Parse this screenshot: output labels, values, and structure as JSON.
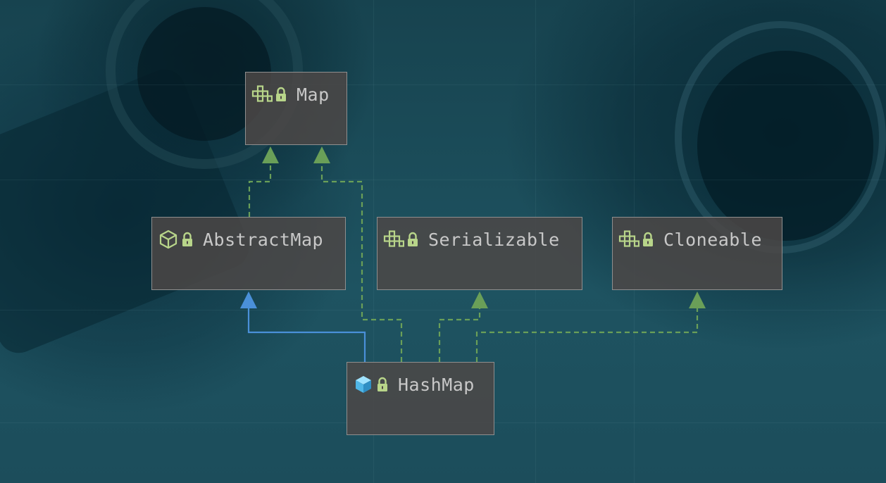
{
  "diagram": {
    "nodes": [
      {
        "id": "map",
        "label": "Map",
        "kind": "interface"
      },
      {
        "id": "abstractmap",
        "label": "AbstractMap",
        "kind": "abstract-class"
      },
      {
        "id": "serializable",
        "label": "Serializable",
        "kind": "interface"
      },
      {
        "id": "cloneable",
        "label": "Cloneable",
        "kind": "interface"
      },
      {
        "id": "hashmap",
        "label": "HashMap",
        "kind": "class"
      }
    ],
    "edges": [
      {
        "from": "abstractmap",
        "to": "map",
        "relation": "implements",
        "style": "dashed"
      },
      {
        "from": "hashmap",
        "to": "map",
        "relation": "implements",
        "style": "dashed"
      },
      {
        "from": "hashmap",
        "to": "abstractmap",
        "relation": "extends",
        "style": "solid"
      },
      {
        "from": "hashmap",
        "to": "serializable",
        "relation": "implements",
        "style": "dashed"
      },
      {
        "from": "hashmap",
        "to": "cloneable",
        "relation": "implements",
        "style": "dashed"
      }
    ]
  },
  "colors": {
    "implements": "#6a9f58",
    "extends": "#4a90d9",
    "interface_icon": "#b8d58a",
    "lock_icon": "#b8d58a",
    "abstract_icon": "#b8d58a",
    "class_icon": "#4fb6e6",
    "label": "#c8c8c8"
  },
  "icons": {
    "interface": "interface-icon",
    "abstract-class": "abstract-class-icon",
    "class": "class-icon",
    "lock": "lock-icon"
  }
}
